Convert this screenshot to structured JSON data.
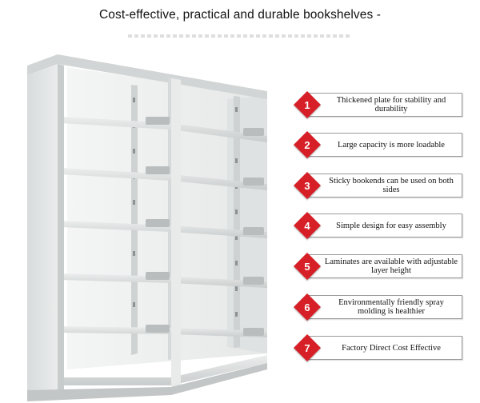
{
  "header": {
    "title": "Cost-effective, practical and durable bookshelves -"
  },
  "image": {
    "subject": "bookshelf-icon"
  },
  "features": [
    {
      "number": "1",
      "text": "Thickened plate for stability and durability"
    },
    {
      "number": "2",
      "text": "Large capacity is more loadable"
    },
    {
      "number": "3",
      "text": "Sticky bookends can be used on both sides"
    },
    {
      "number": "4",
      "text": "Simple design for easy assembly"
    },
    {
      "number": "5",
      "text": "Laminates are available with adjustable layer height"
    },
    {
      "number": "6",
      "text": "Environmentally friendly spray molding is healthier"
    },
    {
      "number": "7",
      "text": "Factory Direct Cost Effective"
    }
  ],
  "colors": {
    "badge": "#d61f26",
    "shelf": "#e4e6e6",
    "shelf_dark": "#c4c7c8",
    "border": "#9a9a9a"
  }
}
